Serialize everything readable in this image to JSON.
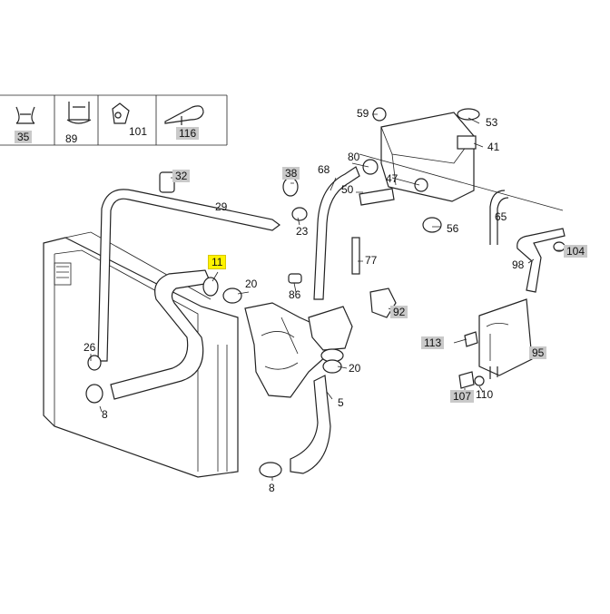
{
  "colors": {
    "highlight": "#fff200",
    "label_gray": "#c9c9c9",
    "line": "#222222"
  },
  "legend": {
    "items": [
      {
        "number": "35",
        "icon": "hose-clip-icon"
      },
      {
        "number": "89",
        "icon": "double-clip-icon"
      },
      {
        "number": "101",
        "icon": "bracket-clip-icon"
      },
      {
        "number": "116",
        "icon": "cable-tie-clip-icon"
      }
    ]
  },
  "callouts": {
    "c59": "59",
    "c53": "53",
    "c41": "41",
    "c80": "80",
    "c68": "68",
    "c47": "47",
    "c50": "50",
    "c56": "56",
    "c65": "65",
    "c38": "38",
    "c32": "32",
    "c29": "29",
    "c23": "23",
    "c77": "77",
    "c104": "104",
    "c98": "98",
    "c11": "11",
    "c20a": "20",
    "c86": "86",
    "c92": "92",
    "c26": "26",
    "c113": "113",
    "c95": "95",
    "c20b": "20",
    "c8a": "8",
    "c5": "5",
    "c107": "107",
    "c110": "110",
    "c8b": "8"
  }
}
